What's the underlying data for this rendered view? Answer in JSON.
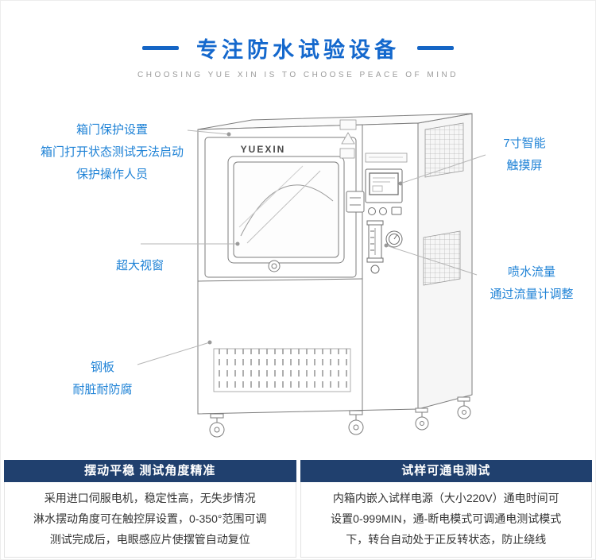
{
  "header": {
    "title": "专注防水试验设备",
    "subtitle": "CHOOSING YUE XIN IS TO CHOOSE PEACE OF MIND"
  },
  "machine": {
    "logo": "YUEXIN"
  },
  "callouts": {
    "door_protect": {
      "line1": "箱门保护设置",
      "line2": "箱门打开状态测试无法启动",
      "line3": "保护操作人员"
    },
    "window": {
      "line1": "超大视窗"
    },
    "steel": {
      "line1": "钢板",
      "line2": "耐脏耐防腐"
    },
    "touchscreen": {
      "line1": "7寸智能",
      "line2": "触摸屏"
    },
    "flow": {
      "line1": "喷水流量",
      "line2": "通过流量计调整"
    }
  },
  "panels": [
    {
      "title": "摆动平稳 测试角度精准",
      "lines": [
        "采用进口伺服电机，稳定性高，无失步情况",
        "淋水摆动角度可在触控屏设置，0-350°范围可调",
        "测试完成后，电眼感应片使摆管自动复位"
      ]
    },
    {
      "title": "试样可通电测试",
      "lines": [
        "内箱内嵌入试样电源（大小220V）通电时间可",
        "设置0-999MIN，通-断电模式可调通电测试模式",
        "下，转台自动处于正反转状态，防止绕线"
      ]
    }
  ],
  "colors": {
    "accent_blue": "#1e82d6",
    "title_blue": "#1468cd",
    "panel_header_navy": "#20406e"
  }
}
